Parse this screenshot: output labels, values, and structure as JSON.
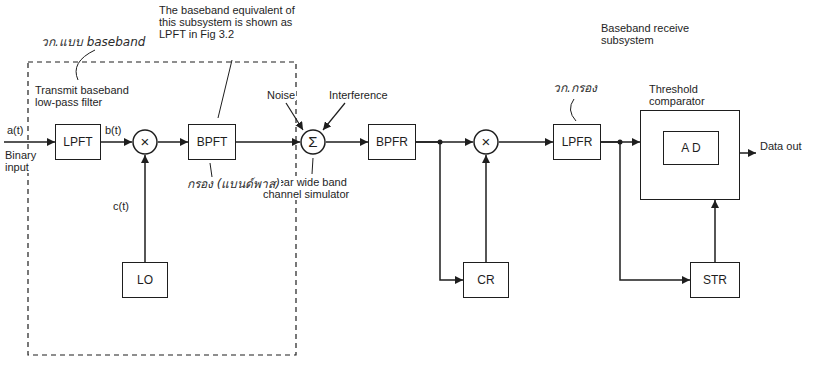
{
  "diagram": {
    "nodes": [
      {
        "text": [
          "LPFT"
        ]
      },
      {
        "text": [
          "×"
        ]
      },
      {
        "text": [
          "BPFT"
        ]
      },
      {
        "text": [
          "Σ"
        ]
      },
      {
        "text": [
          "BPFR"
        ]
      },
      {
        "text": [
          "×"
        ]
      },
      {
        "text": [
          "LPFR"
        ]
      },
      {
        "text": [
          "Threshold comparator"
        ]
      },
      {
        "text": [
          "A D"
        ],
        "in": 7
      },
      {
        "text": [
          "LO"
        ]
      },
      {
        "text": [
          "CR"
        ]
      },
      {
        "text": [
          "STR"
        ]
      }
    ],
    "edges": [
      {
        "from": 0,
        "to": 1,
        "arrow": "to",
        "label": "b(t)"
      },
      {
        "from": 9,
        "to": 1,
        "arrow": "to",
        "label": "c(t)"
      },
      {
        "from": 1,
        "to": 2,
        "arrow": "to"
      },
      {
        "from": 2,
        "to": 3,
        "arrow": "to"
      },
      {
        "from": 3,
        "to": 4,
        "arrow": "to"
      },
      {
        "from": 4,
        "to": 5,
        "arrow": "to"
      },
      {
        "from": 4,
        "to": 10,
        "arrow": "to"
      },
      {
        "from": 10,
        "to": 5,
        "arrow": "to"
      },
      {
        "from": 5,
        "to": 6,
        "arrow": "to"
      },
      {
        "from": 6,
        "to": 7,
        "arrow": "to"
      },
      {
        "from": 6,
        "to": 11,
        "arrow": "to"
      },
      {
        "from": 11,
        "to": 7,
        "arrow": "to"
      }
    ],
    "labels": [
      "a(t)",
      "Binary input",
      "Transmit baseband low-pass filter",
      "The baseband equivalent of this subsystem is shown as LPFT in Fig 3.2",
      "Noise",
      "Interference",
      "Linear wide band channel simulator",
      "Baseband receive subsystem",
      "Data out",
      "วก.แบบ baseband",
      "กรอง (แบนด์พาส)",
      "วก.กรอง"
    ]
  }
}
